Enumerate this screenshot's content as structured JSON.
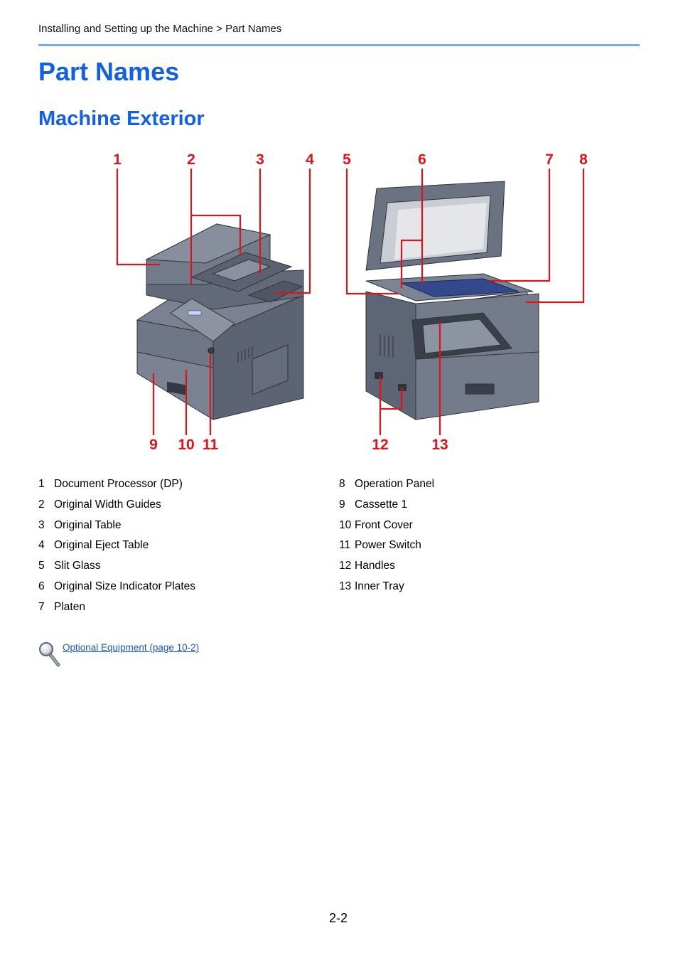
{
  "breadcrumb": "Installing and Setting up the Machine > Part Names",
  "title": "Part Names",
  "section": "Machine Exterior",
  "callouts": {
    "c1": "1",
    "c2": "2",
    "c3": "3",
    "c4": "4",
    "c5": "5",
    "c6": "6",
    "c7": "7",
    "c8": "8",
    "c9": "9",
    "c10": "10",
    "c11": "11",
    "c12": "12",
    "c13": "13"
  },
  "parts_left": [
    {
      "num": "1",
      "label": "Document Processor (DP)"
    },
    {
      "num": "2",
      "label": "Original Width Guides"
    },
    {
      "num": "3",
      "label": "Original Table"
    },
    {
      "num": "4",
      "label": "Original Eject Table"
    },
    {
      "num": "5",
      "label": "Slit Glass"
    },
    {
      "num": "6",
      "label": "Original Size Indicator Plates"
    },
    {
      "num": "7",
      "label": "Platen"
    }
  ],
  "parts_right": [
    {
      "num": "8",
      "label": "Operation Panel"
    },
    {
      "num": "9",
      "label": "Cassette 1"
    },
    {
      "num": "10",
      "label": "Front Cover"
    },
    {
      "num": "11",
      "label": "Power Switch"
    },
    {
      "num": "12",
      "label": "Handles"
    },
    {
      "num": "13",
      "label": "Inner Tray"
    }
  ],
  "reference": {
    "icon": "magnifier-icon",
    "link": "Optional Equipment (page 10-2)"
  },
  "page_number": "2-2",
  "colors": {
    "heading": "#1260e6",
    "callout": "#e0131a",
    "rule": "#7fa7ec",
    "link": "#1a56d6"
  }
}
